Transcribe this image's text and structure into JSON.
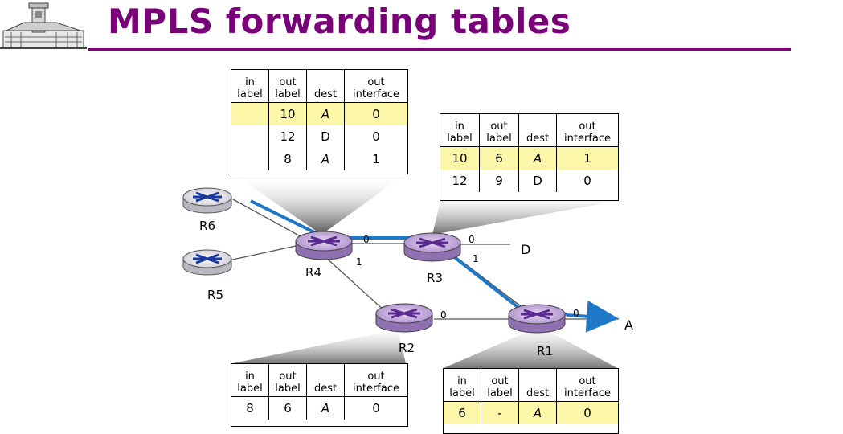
{
  "title": "MPLS forwarding tables",
  "colors": {
    "title": "#7a007a",
    "path": "#1f77c8",
    "highlight": "#fbf6a8",
    "router_core": "#a98cc8",
    "router_edge": "#c8c8d0"
  },
  "table_headers": {
    "in_label": [
      "in",
      "label"
    ],
    "out_label": [
      "out",
      "label"
    ],
    "dest": "dest",
    "out_interface": [
      "out",
      "interface"
    ]
  },
  "tables": {
    "r4": {
      "rows": [
        [
          "",
          "10",
          "A",
          "0"
        ],
        [
          "",
          "12",
          "D",
          "0"
        ],
        [
          "",
          "8",
          "A",
          "1"
        ]
      ]
    },
    "r3": {
      "rows": [
        [
          "10",
          "6",
          "A",
          "1"
        ],
        [
          "12",
          "9",
          "D",
          "0"
        ]
      ]
    },
    "r2": {
      "rows": [
        [
          "8",
          "6",
          "A",
          "0"
        ]
      ]
    },
    "r1": {
      "rows": [
        [
          "6",
          "-",
          "A",
          "0"
        ]
      ]
    }
  },
  "routers": {
    "r1": "R1",
    "r2": "R2",
    "r3": "R3",
    "r4": "R4",
    "r5": "R5",
    "r6": "R6"
  },
  "interfaces": {
    "r4_0": "0",
    "r4_1": "1",
    "r3_0": "0",
    "r3_1": "1",
    "r2_0": "0",
    "r1_0": "0"
  },
  "destinations": {
    "d": "D",
    "a": "A"
  }
}
